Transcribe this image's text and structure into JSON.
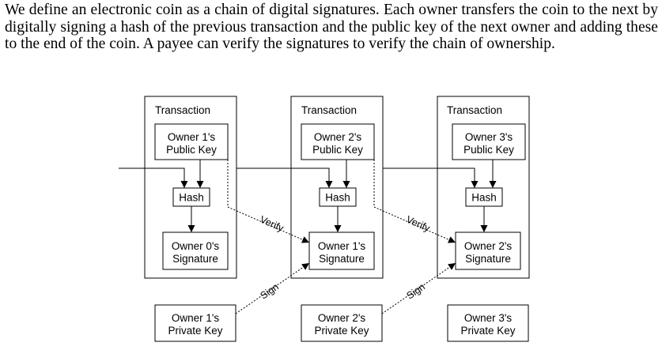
{
  "paragraph": "We define an electronic coin as a chain of digital signatures. Each owner transfers the coin to the next by digitally signing a hash of the previous transaction and the public key of the next owner and adding these to the end of the coin. A payee can verify the signatures to verify the chain of ownership.",
  "transactions": [
    {
      "title": "Transaction",
      "public_key": [
        "Owner 1's",
        "Public Key"
      ],
      "hash": "Hash",
      "signature": [
        "Owner 0's",
        "Signature"
      ],
      "private_key": [
        "Owner 1's",
        "Private Key"
      ]
    },
    {
      "title": "Transaction",
      "public_key": [
        "Owner 2's",
        "Public Key"
      ],
      "hash": "Hash",
      "signature": [
        "Owner 1's",
        "Signature"
      ],
      "private_key": [
        "Owner 2's",
        "Private Key"
      ]
    },
    {
      "title": "Transaction",
      "public_key": [
        "Owner 3's",
        "Public Key"
      ],
      "hash": "Hash",
      "signature": [
        "Owner 2's",
        "Signature"
      ],
      "private_key": [
        "Owner 3's",
        "Private Key"
      ]
    }
  ],
  "edge_labels": {
    "verify": "Verify",
    "sign": "Sign"
  }
}
